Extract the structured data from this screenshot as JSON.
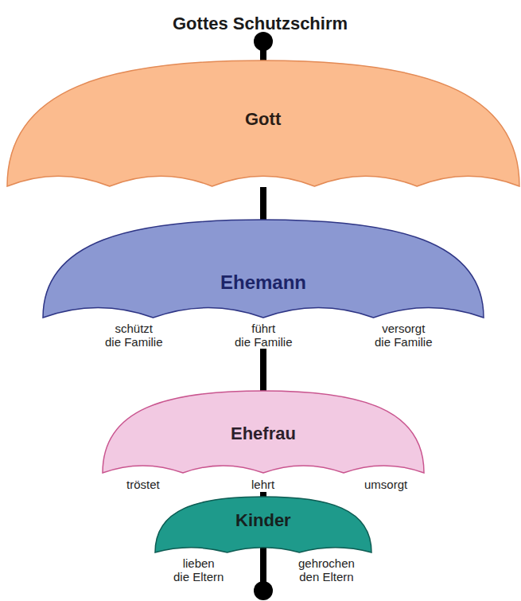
{
  "diagram": {
    "title": "Gottes Schutzschirm",
    "nodes": [
      {
        "text": [
          "Gott"
        ]
      },
      {
        "text": [
          "Ehemann",
          "schützt die Familie",
          "führt die Familie",
          "versorgt die Familie"
        ]
      },
      {
        "text": [
          "Ehefrau",
          "tröstet",
          "lehrt",
          "umsorgt"
        ]
      },
      {
        "text": [
          "Kinder",
          "lieben die Eltern",
          "gehrochen den Eltern"
        ]
      }
    ],
    "edges": [
      {
        "from": 0,
        "to": 1,
        "arrow": "none"
      },
      {
        "from": 1,
        "to": 2,
        "arrow": "none"
      },
      {
        "from": 2,
        "to": 3,
        "arrow": "none"
      }
    ]
  }
}
